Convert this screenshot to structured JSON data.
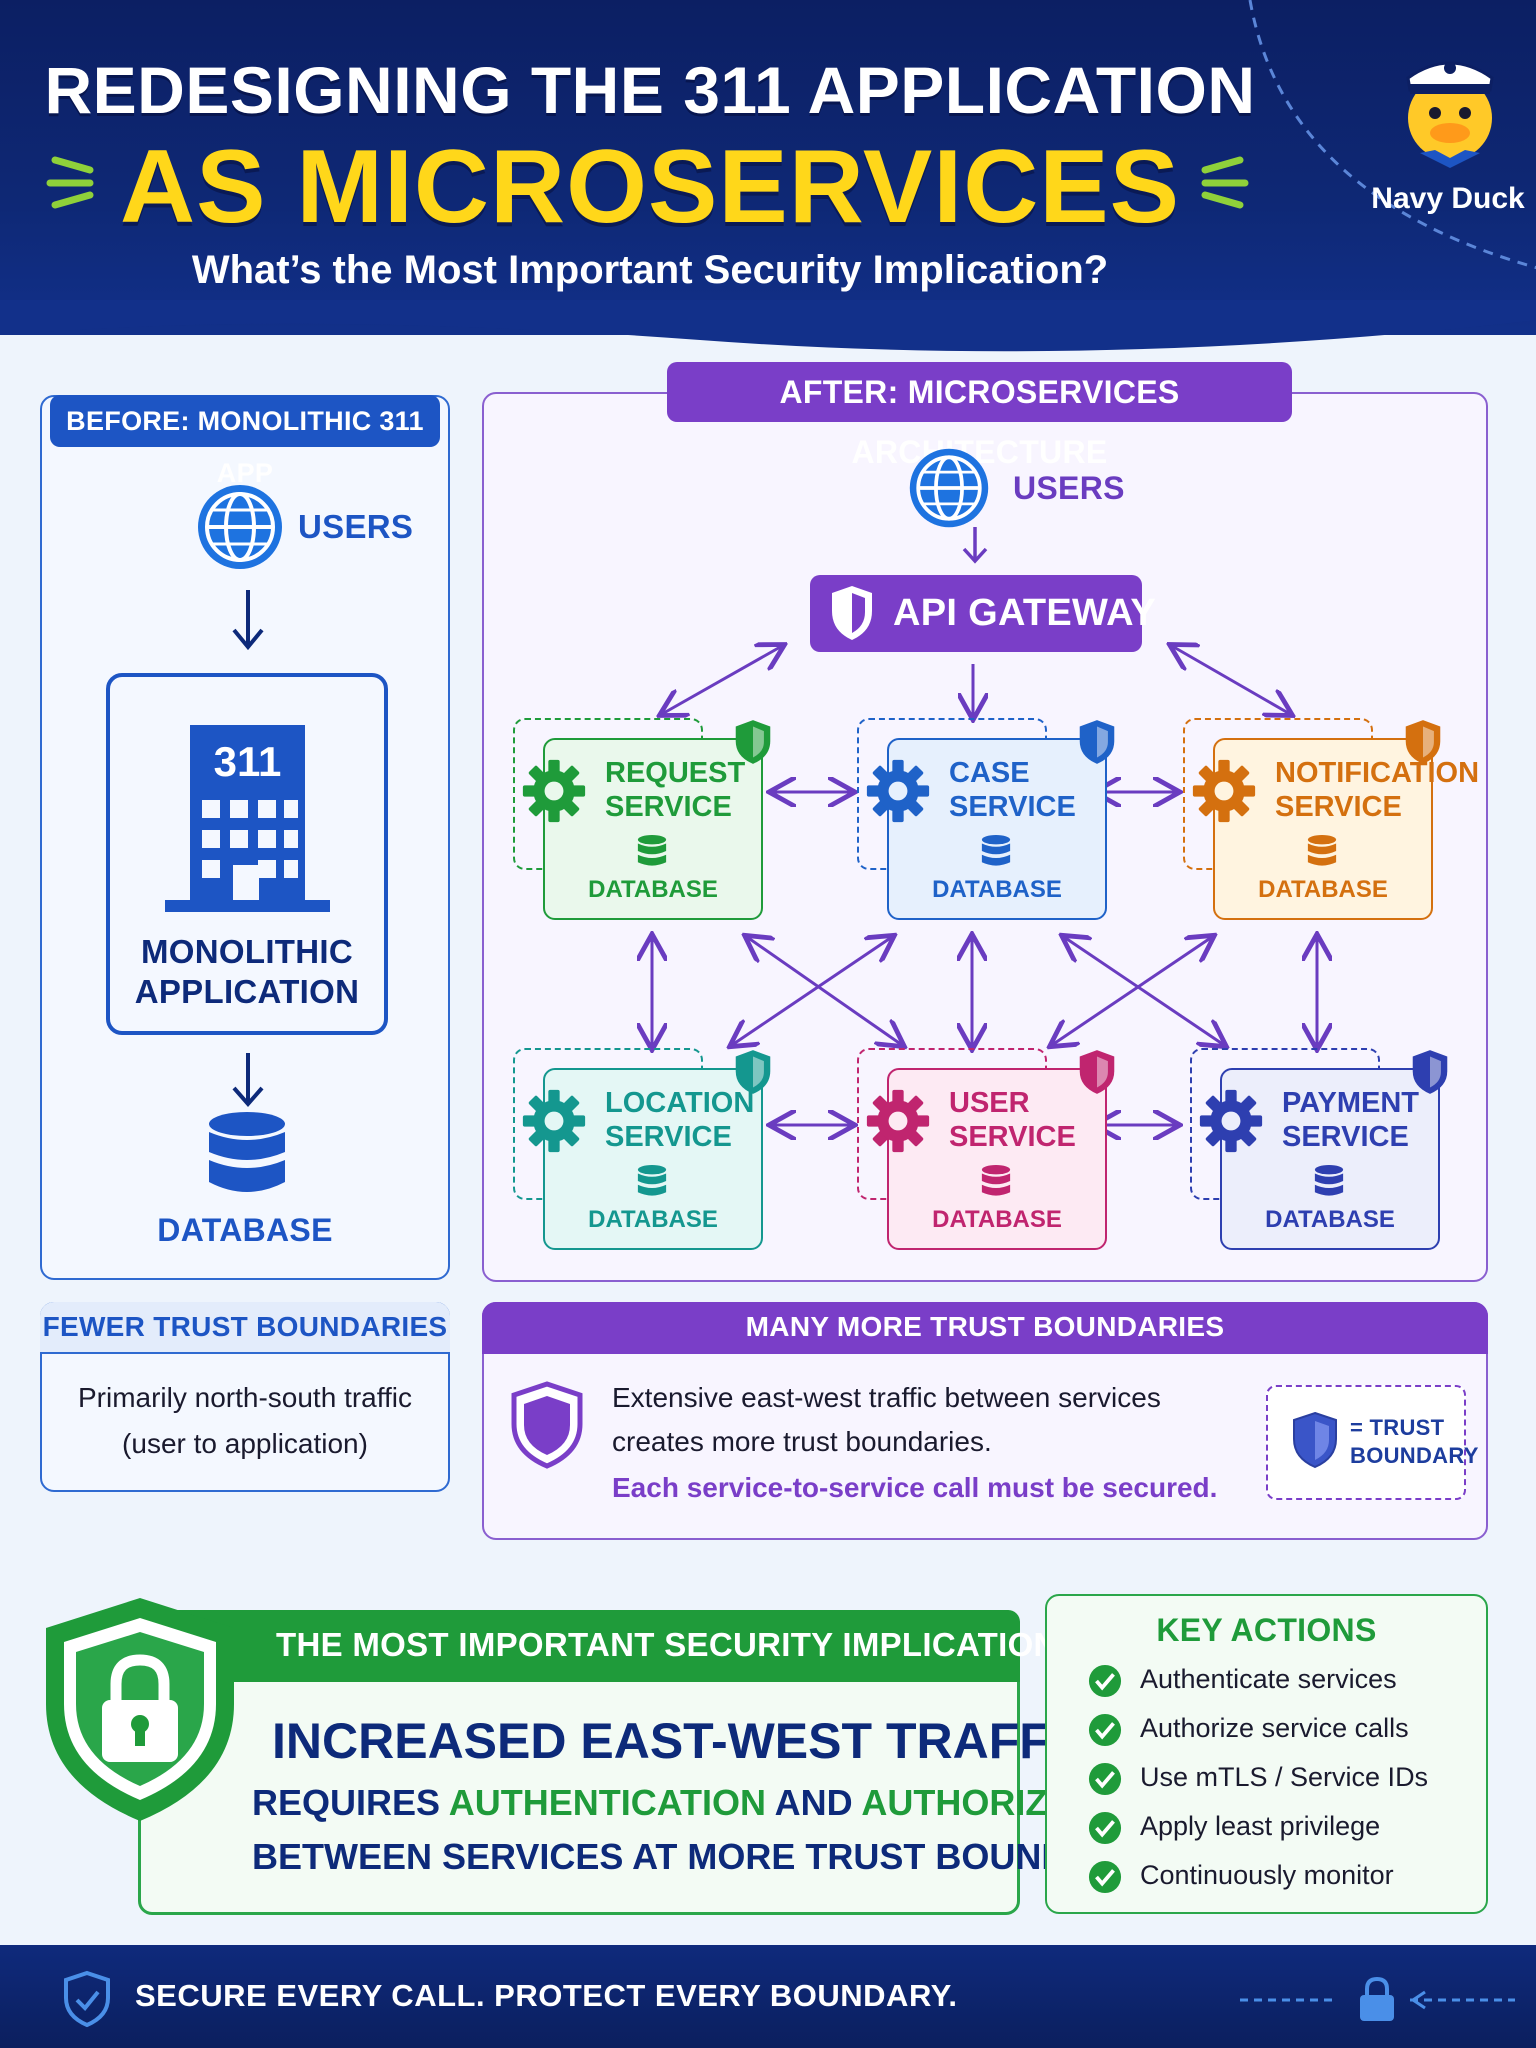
{
  "header": {
    "title_line1": "REDESIGNING THE 311 APPLICATION",
    "title_line2": "AS MICROSERVICES",
    "subtitle": "What’s the Most Important Security Implication?",
    "mascot_name": "Navy Duck"
  },
  "before": {
    "tag": "BEFORE: MONOLITHIC 311 APP",
    "users_label": "USERS",
    "building_number": "311",
    "app_label_line1": "MONOLITHIC",
    "app_label_line2": "APPLICATION",
    "db_label": "DATABASE"
  },
  "after": {
    "tag": "AFTER: MICROSERVICES ARCHITECTURE",
    "users_label": "USERS",
    "gateway_label": "API GATEWAY",
    "services": [
      {
        "line1": "REQUEST",
        "line2": "SERVICE",
        "db": "DATABASE",
        "color": "#1f9b3a",
        "fill": "#eaf8ec"
      },
      {
        "line1": "CASE",
        "line2": "SERVICE",
        "db": "DATABASE",
        "color": "#1f62c8",
        "fill": "#e6f0fd"
      },
      {
        "line1": "NOTIFICATION",
        "line2": "SERVICE",
        "db": "DATABASE",
        "color": "#d4700f",
        "fill": "#fff4e0"
      },
      {
        "line1": "LOCATION",
        "line2": "SERVICE",
        "db": "DATABASE",
        "color": "#14978f",
        "fill": "#e4f7f5"
      },
      {
        "line1": "USER",
        "line2": "SERVICE",
        "db": "DATABASE",
        "color": "#c0256f",
        "fill": "#fdeaf3"
      },
      {
        "line1": "PAYMENT",
        "line2": "SERVICE",
        "db": "DATABASE",
        "color": "#2e3fb0",
        "fill": "#eceefb"
      }
    ]
  },
  "fewer": {
    "tag": "FEWER TRUST BOUNDARIES",
    "line1": "Primarily north-south traffic",
    "line2": "(user to application)"
  },
  "many": {
    "tag": "MANY MORE TRUST BOUNDARIES",
    "line1": "Extensive east-west traffic between services",
    "line2": "creates more trust boundaries.",
    "line3": "Each service-to-service call must be secured.",
    "legend_line1": "= TRUST",
    "legend_line2": "BOUNDARY"
  },
  "implication": {
    "tag": "THE MOST IMPORTANT SECURITY IMPLICATION",
    "headline": "INCREASED EAST-WEST TRAFFIC",
    "line2_a": "REQUIRES ",
    "line2_b": "AUTHENTICATION",
    "line2_c": " AND ",
    "line2_d": "AUTHORIZATION",
    "line3": "BETWEEN SERVICES AT MORE TRUST BOUNDARIES."
  },
  "key_actions": {
    "title": "KEY ACTIONS",
    "items": [
      "Authenticate services",
      "Authorize service calls",
      "Use mTLS / Service IDs",
      "Apply least privilege",
      "Continuously monitor"
    ]
  },
  "footer": {
    "text": "SECURE EVERY CALL. PROTECT EVERY BOUNDARY."
  },
  "colors": {
    "navy": "#0c1f63",
    "yellow": "#ffd71a",
    "blue": "#1d55c4",
    "purple": "#7a3ec8",
    "green": "#1f9b3a"
  }
}
